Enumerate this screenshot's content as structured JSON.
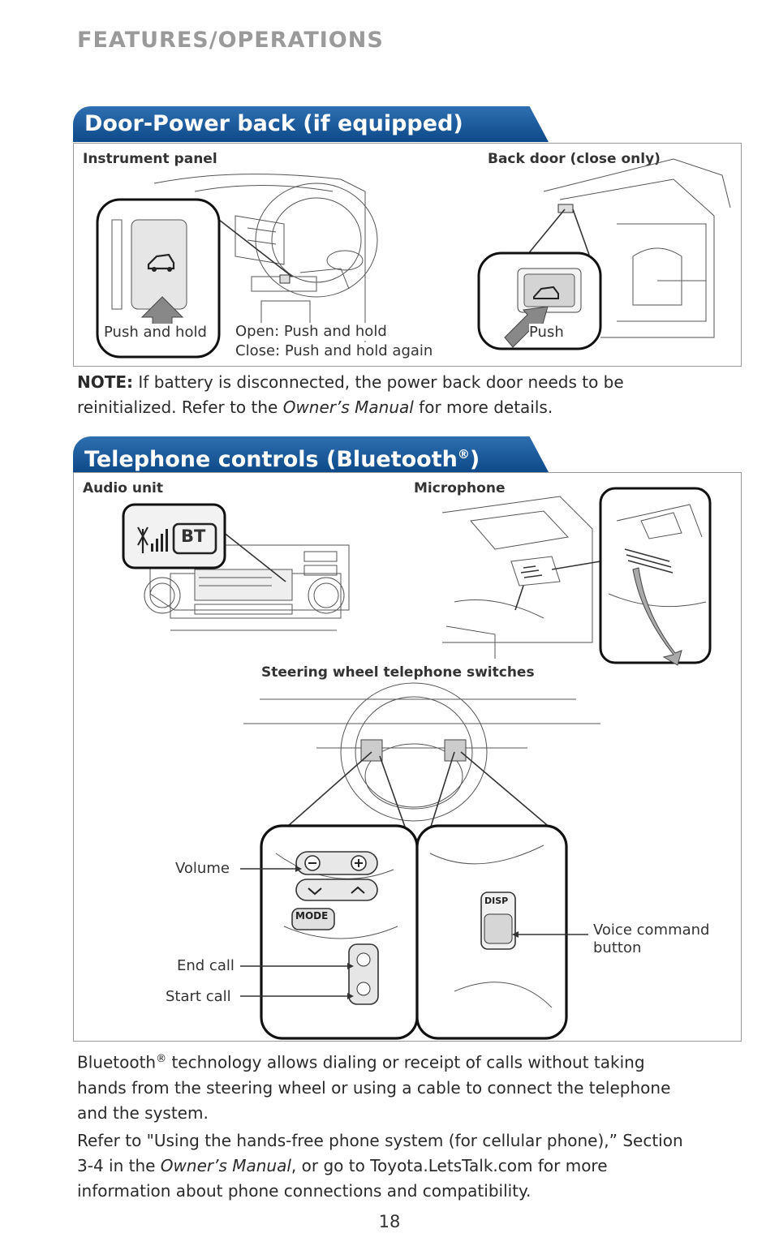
{
  "header": "FEATURES/OPERATIONS",
  "sections": [
    {
      "title": "Door-Power back (if equipped)",
      "left_label": "Instrument panel",
      "right_label": "Back door (close only)",
      "push_hold": "Push and hold",
      "open_text": "Open: Push and hold",
      "close_text": "Close: Push and hold again",
      "push": "Push"
    },
    {
      "title": "Telephone controls (Bluetooth",
      "title_reg": "®",
      "title_close": ")",
      "audio_label": "Audio unit",
      "mic_label": "Microphone",
      "bt_badge": "BT",
      "wheel_label": "Steering wheel telephone switches",
      "volume": "Volume",
      "end_call": "End call",
      "start_call": "Start call",
      "voice_line1": "Voice command",
      "voice_line2": "button",
      "mode_key": "MODE",
      "disp_key": "DISP"
    }
  ],
  "note": {
    "label": "NOTE:",
    "text1": " If battery is disconnected, the power back door needs to be",
    "text2a": "reinitialized. Refer to the ",
    "text2b": "Owner’s Manual",
    "text2c": " for more details."
  },
  "para1": {
    "l1a": "Bluetooth",
    "l1reg": "®",
    "l1b": " technology allows dialing or receipt of calls without taking",
    "l2": "hands from the steering wheel or using a cable to connect the telephone",
    "l3": "and the system."
  },
  "para2": {
    "l1": "Refer to \"Using the hands-free phone system (for cellular phone),” Section",
    "l2a": "3-4 in the ",
    "l2b": "Owner’s Manual",
    "l2c": ", or go to Toyota.LetsTalk.com for more",
    "l3": "information about phone connections and compatibility."
  },
  "page_number": "18"
}
